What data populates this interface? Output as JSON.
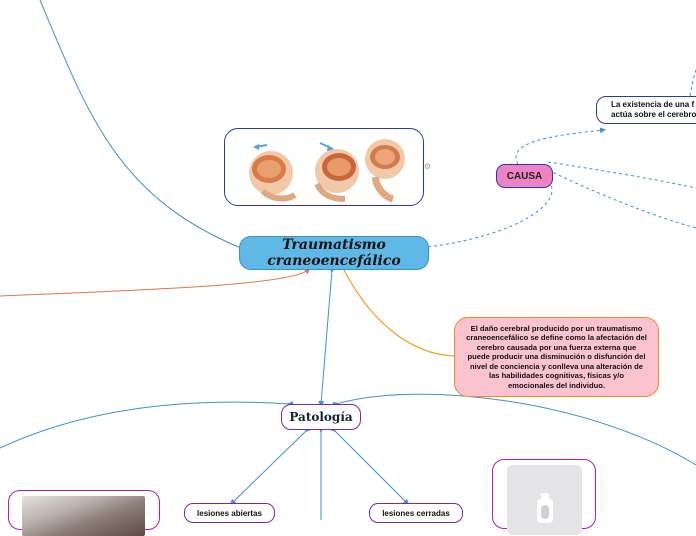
{
  "central_topic": "Traumatismo craneoencefálico",
  "causa": {
    "label": "CAUSA"
  },
  "existencia": {
    "text": "La existencia de una f\nactúa sobre el cerebro"
  },
  "patologia": {
    "label": "Patología"
  },
  "definition": {
    "text": "El daño cerebral producido por un traumatismo craneoencefálico se define como la afectación del cerebro causada por una fuerza externa que puede producir una disminución o disfunción del nivel de conciencia y conlleva una alteración de las habilidades cognitivas, físicas y/o emocionales del individuo."
  },
  "lesiones": {
    "abiertas": "lesiones abiertas",
    "cerradas": "lesiones cerradas"
  },
  "images": {
    "brain_illustration": "brain-injury-illustration",
    "accident_photo": "car-accident-photo",
    "placeholder": "image-placeholder-icon"
  },
  "colors": {
    "central_fill": "#5fb8e6",
    "causa_fill": "#ef82c3",
    "definition_fill": "#fbc3d0",
    "blue_link": "#3d8fd8",
    "orange_link": "#f0a020",
    "salmon_link": "#e8734a",
    "purple_border": "#7b24c0"
  }
}
